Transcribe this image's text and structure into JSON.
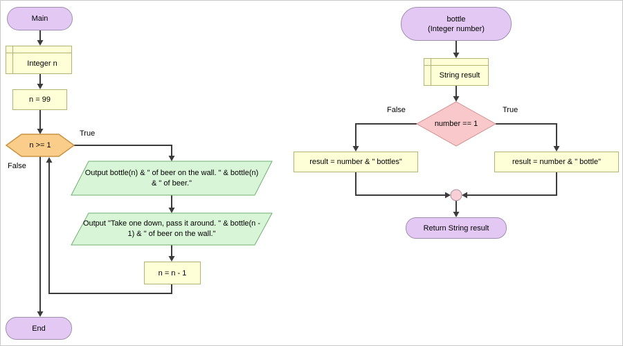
{
  "main_flow": {
    "start_label": "Main",
    "declaration": "Integer n",
    "assignment_init": "n = 99",
    "loop_condition": "n >= 1",
    "branch_true": "True",
    "branch_false": "False",
    "output_1": "Output bottle(n) & \" of beer on the wall. \" & bottle(n) & \" of beer.\"",
    "output_2": "Output \"Take one down, pass it around. \" & bottle(n - 1) & \" of beer on the wall.\"",
    "assignment_decrement": "n = n - 1",
    "end_label": "End"
  },
  "bottle_function": {
    "name": "bottle",
    "params": "(Integer number)",
    "declaration": "String result",
    "condition": "number == 1",
    "branch_false": "False",
    "branch_true": "True",
    "false_assignment": "result = number & \" bottles\"",
    "true_assignment": "result = number & \" bottle\"",
    "return_label": "Return String result"
  },
  "colors": {
    "terminal_fill": "#e3c8f3",
    "terminal_border": "#9e8fb0",
    "process_fill": "#ffffd7",
    "process_border": "#b3b378",
    "loop_fill": "#fbcd8b",
    "loop_border": "#c89340",
    "output_fill": "#d9f5d7",
    "output_border": "#6fae6f",
    "decision_fill": "#f8c8cb",
    "decision_border": "#d18e8e",
    "junction_fill": "#f9cfd6",
    "junction_border": "#a8909f",
    "connector": "#3b3b3b"
  }
}
